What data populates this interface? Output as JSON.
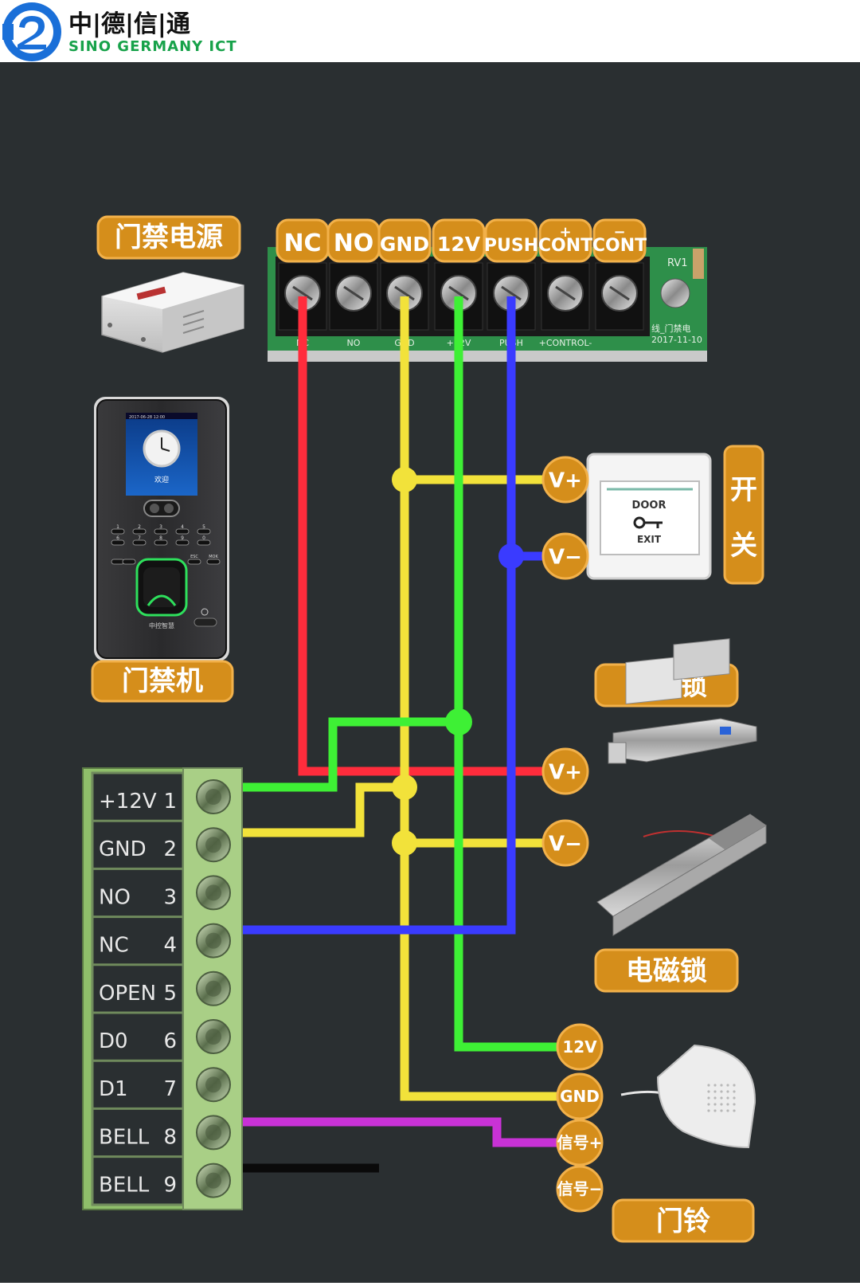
{
  "header": {
    "logo_cn": "中|德|信|通",
    "logo_en": "SINO GERMANY ICT"
  },
  "colors": {
    "board_bg": "#2a2f31",
    "label_orange": "#d58e1b",
    "label_border": "#f2b14a",
    "wire_red": "#ff2c3c",
    "wire_yellow": "#f2e23a",
    "wire_green": "#3ef035",
    "wire_blue": "#3a3bff",
    "wire_purple": "#c832d6",
    "wire_black": "#0a0a0a",
    "pcb_green": "#2e8f4a",
    "terminal_green": "#8fbf6a"
  },
  "labels": {
    "power_supply": "门禁电源",
    "access_machine": "门禁机",
    "switch": "开关",
    "electric_bolt": "电插锁",
    "magnetic_lock": "电磁锁",
    "doorbell": "门铃"
  },
  "power_terminals": [
    {
      "label": "NC",
      "pcb": "NC"
    },
    {
      "label": "NO",
      "pcb": "NO"
    },
    {
      "label": "GND",
      "pcb": "GND"
    },
    {
      "label": "12V",
      "pcb": "+12V"
    },
    {
      "label": "PUSH",
      "pcb": "PUSH"
    },
    {
      "label": "CONT",
      "sign": "+",
      "pcb": "+CONTROL-"
    },
    {
      "label": "CONT",
      "sign": "−",
      "pcb": ""
    }
  ],
  "pcb_marks": {
    "rv": "RV1",
    "model": "线_门禁电",
    "date": "2017-11-10"
  },
  "controller_terminals": [
    {
      "name": "+12V",
      "num": "1"
    },
    {
      "name": "GND",
      "num": "2"
    },
    {
      "name": "NO",
      "num": "3"
    },
    {
      "name": "NC",
      "num": "4"
    },
    {
      "name": "OPEN",
      "num": "5"
    },
    {
      "name": "D0",
      "num": "6"
    },
    {
      "name": "D1",
      "num": "7"
    },
    {
      "name": "BELL",
      "num": "8"
    },
    {
      "name": "BELL",
      "num": "9"
    }
  ],
  "device_screen": {
    "status": "2017-06-28 12:00",
    "welcome": "欢迎",
    "brand": "中控智慧",
    "keys": [
      "1",
      "2",
      "3",
      "4",
      "5",
      "6",
      "7",
      "8",
      "9",
      "0"
    ],
    "key_esc": "ESC",
    "key_menu": "MOK"
  },
  "exit_button": {
    "top": "DOOR",
    "bottom": "EXIT"
  },
  "switch_pins": [
    "V+",
    "V−"
  ],
  "bolt_pins": [
    "V+",
    "V−"
  ],
  "bell_pins": [
    "12V",
    "GND",
    "信号+",
    "信号−"
  ]
}
